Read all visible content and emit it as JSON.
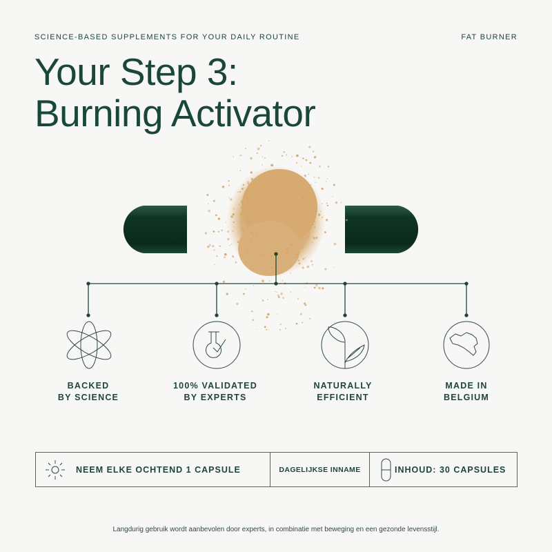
{
  "header": {
    "tagline": "SCIENCE-BASED SUPPLEMENTS FOR YOUR DAILY ROUTINE",
    "category": "FAT BURNER"
  },
  "title": {
    "line1": "Your Step 3:",
    "line2": "Burning Activator"
  },
  "features": [
    {
      "icon": "atom-icon",
      "line1": "BACKED",
      "line2": "BY SCIENCE"
    },
    {
      "icon": "flask-check-icon",
      "line1": "100% VALIDATED",
      "line2": "BY EXPERTS"
    },
    {
      "icon": "leaf-icon",
      "line1": "NATURALLY",
      "line2": "EFFICIENT"
    },
    {
      "icon": "belgium-map-icon",
      "line1": "MADE IN",
      "line2": "BELGIUM"
    }
  ],
  "info_bar": {
    "dosage": "NEEM ELKE OCHTEND 1 CAPSULE",
    "intake": "DAGELIJKSE INNAME",
    "content": "INHOUD: 30 CAPSULES"
  },
  "footer": "Langdurig gebruik wordt aanbevolen door experts, in combinatie met beweging en een gezonde levensstijl.",
  "colors": {
    "brand": "#1f4538",
    "capsule": "#0f3524",
    "powder": "#d4a66a",
    "background": "#f7f7f6"
  }
}
